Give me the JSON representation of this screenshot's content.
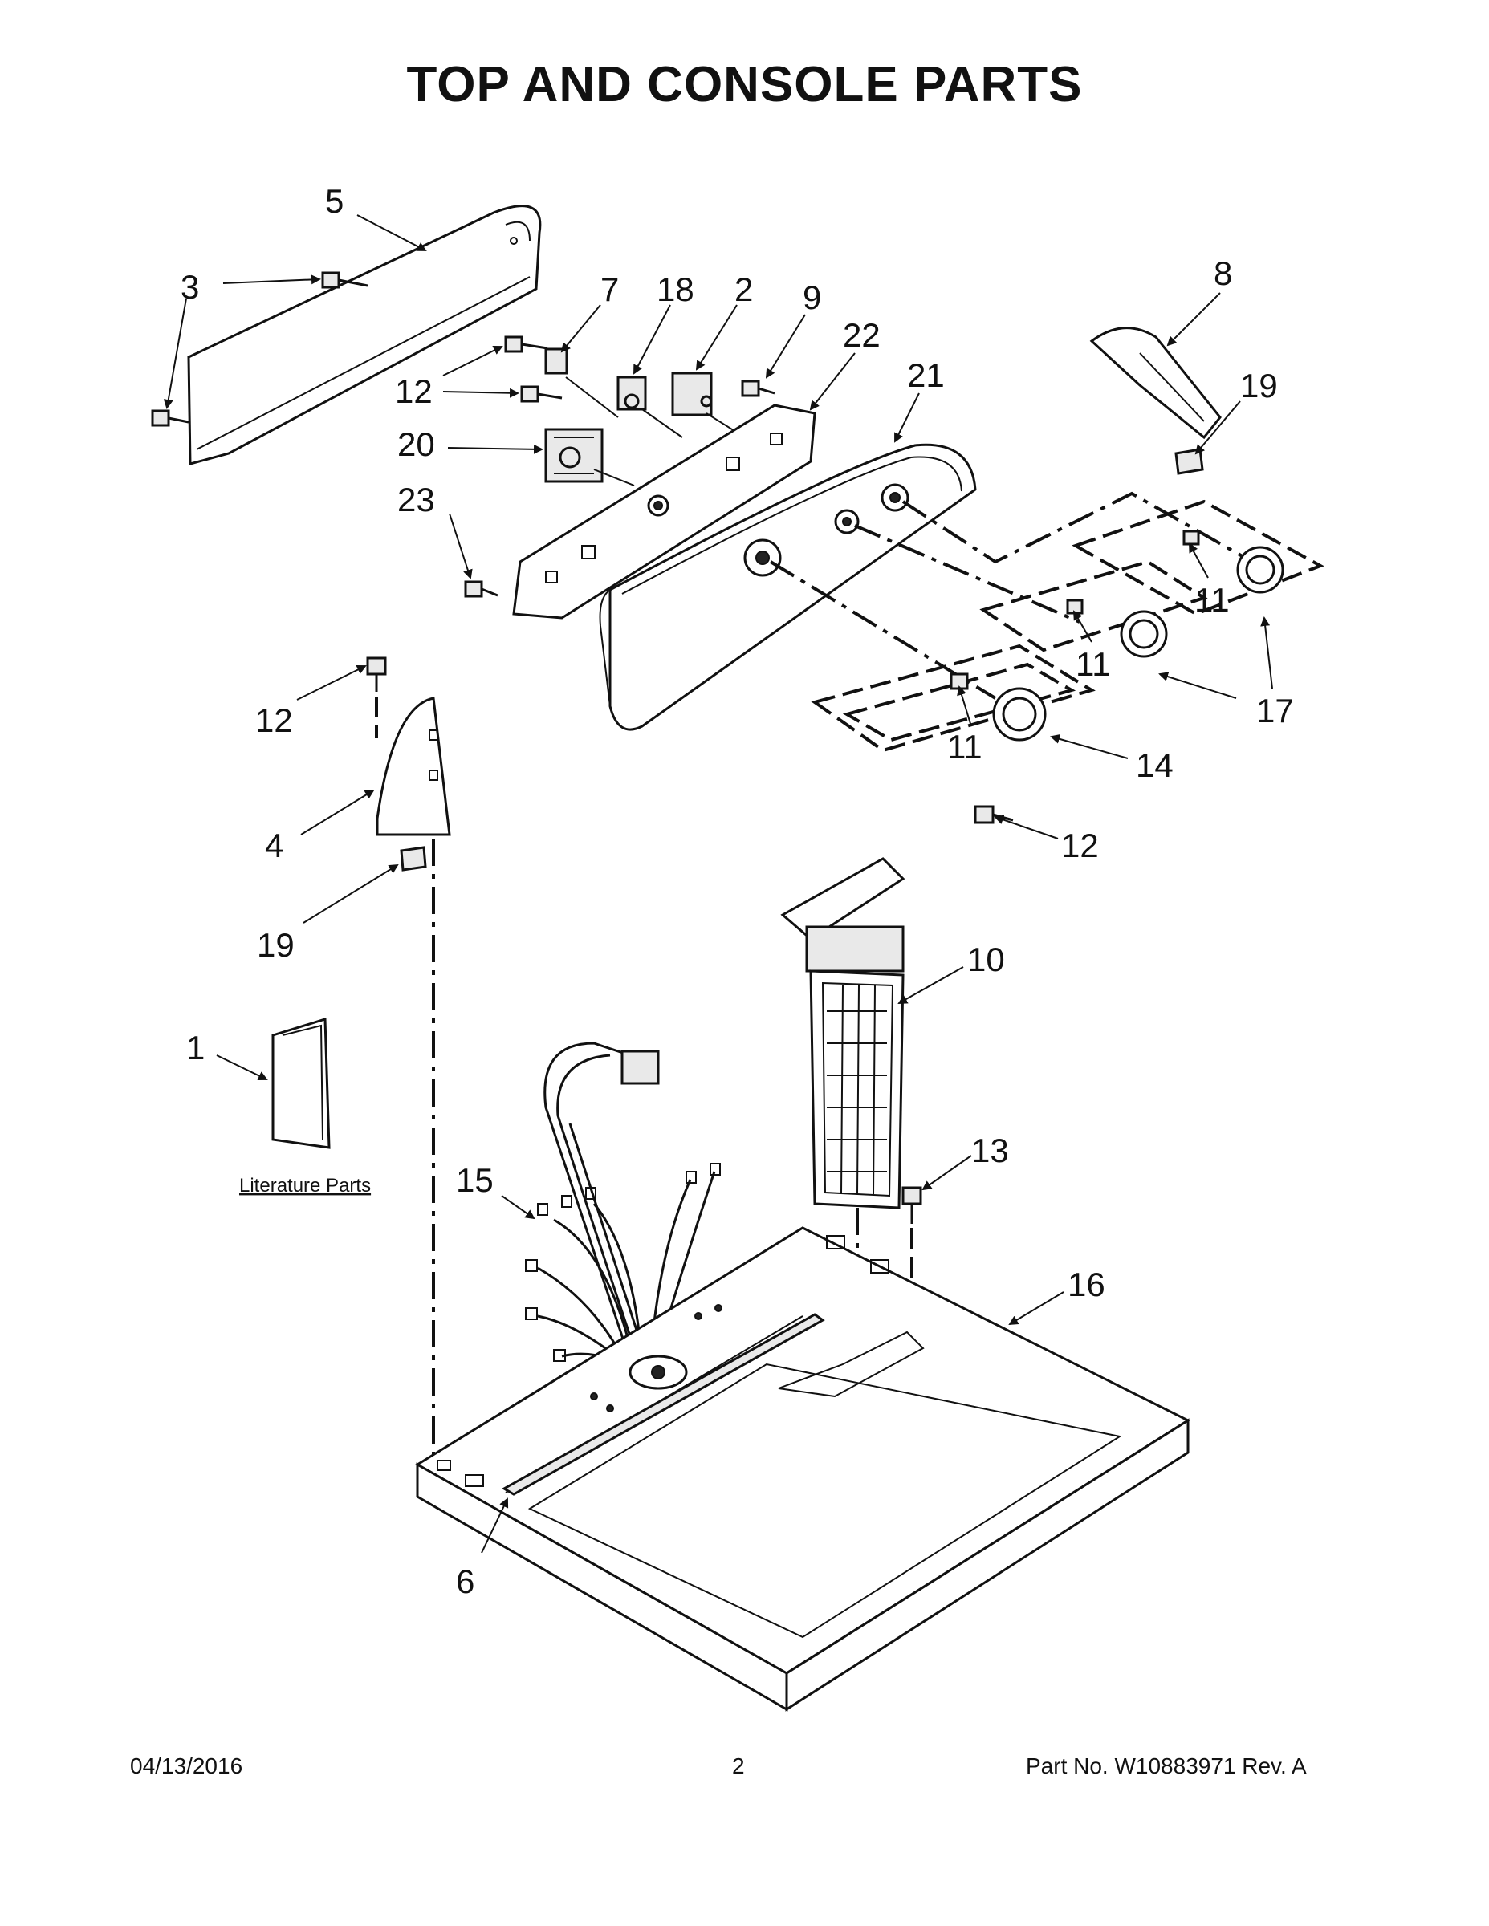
{
  "title": "TOP AND CONSOLE PARTS",
  "literature_label": "Literature Parts",
  "footer": {
    "date": "04/13/2016",
    "page": "2",
    "part_no": "Part No.  W10883971  Rev.  A"
  },
  "callouts": {
    "c1": "1",
    "c2": "2",
    "c3": "3",
    "c4": "4",
    "c5": "5",
    "c6": "6",
    "c7": "7",
    "c8": "8",
    "c9": "9",
    "c10": "10",
    "c11a": "11",
    "c11b": "11",
    "c11c": "11",
    "c12a": "12",
    "c12b": "12",
    "c12c": "12",
    "c13": "13",
    "c14": "14",
    "c15": "15",
    "c16": "16",
    "c17": "17",
    "c18": "18",
    "c19a": "19",
    "c19b": "19",
    "c20": "20",
    "c21": "21",
    "c22": "22",
    "c23": "23"
  }
}
